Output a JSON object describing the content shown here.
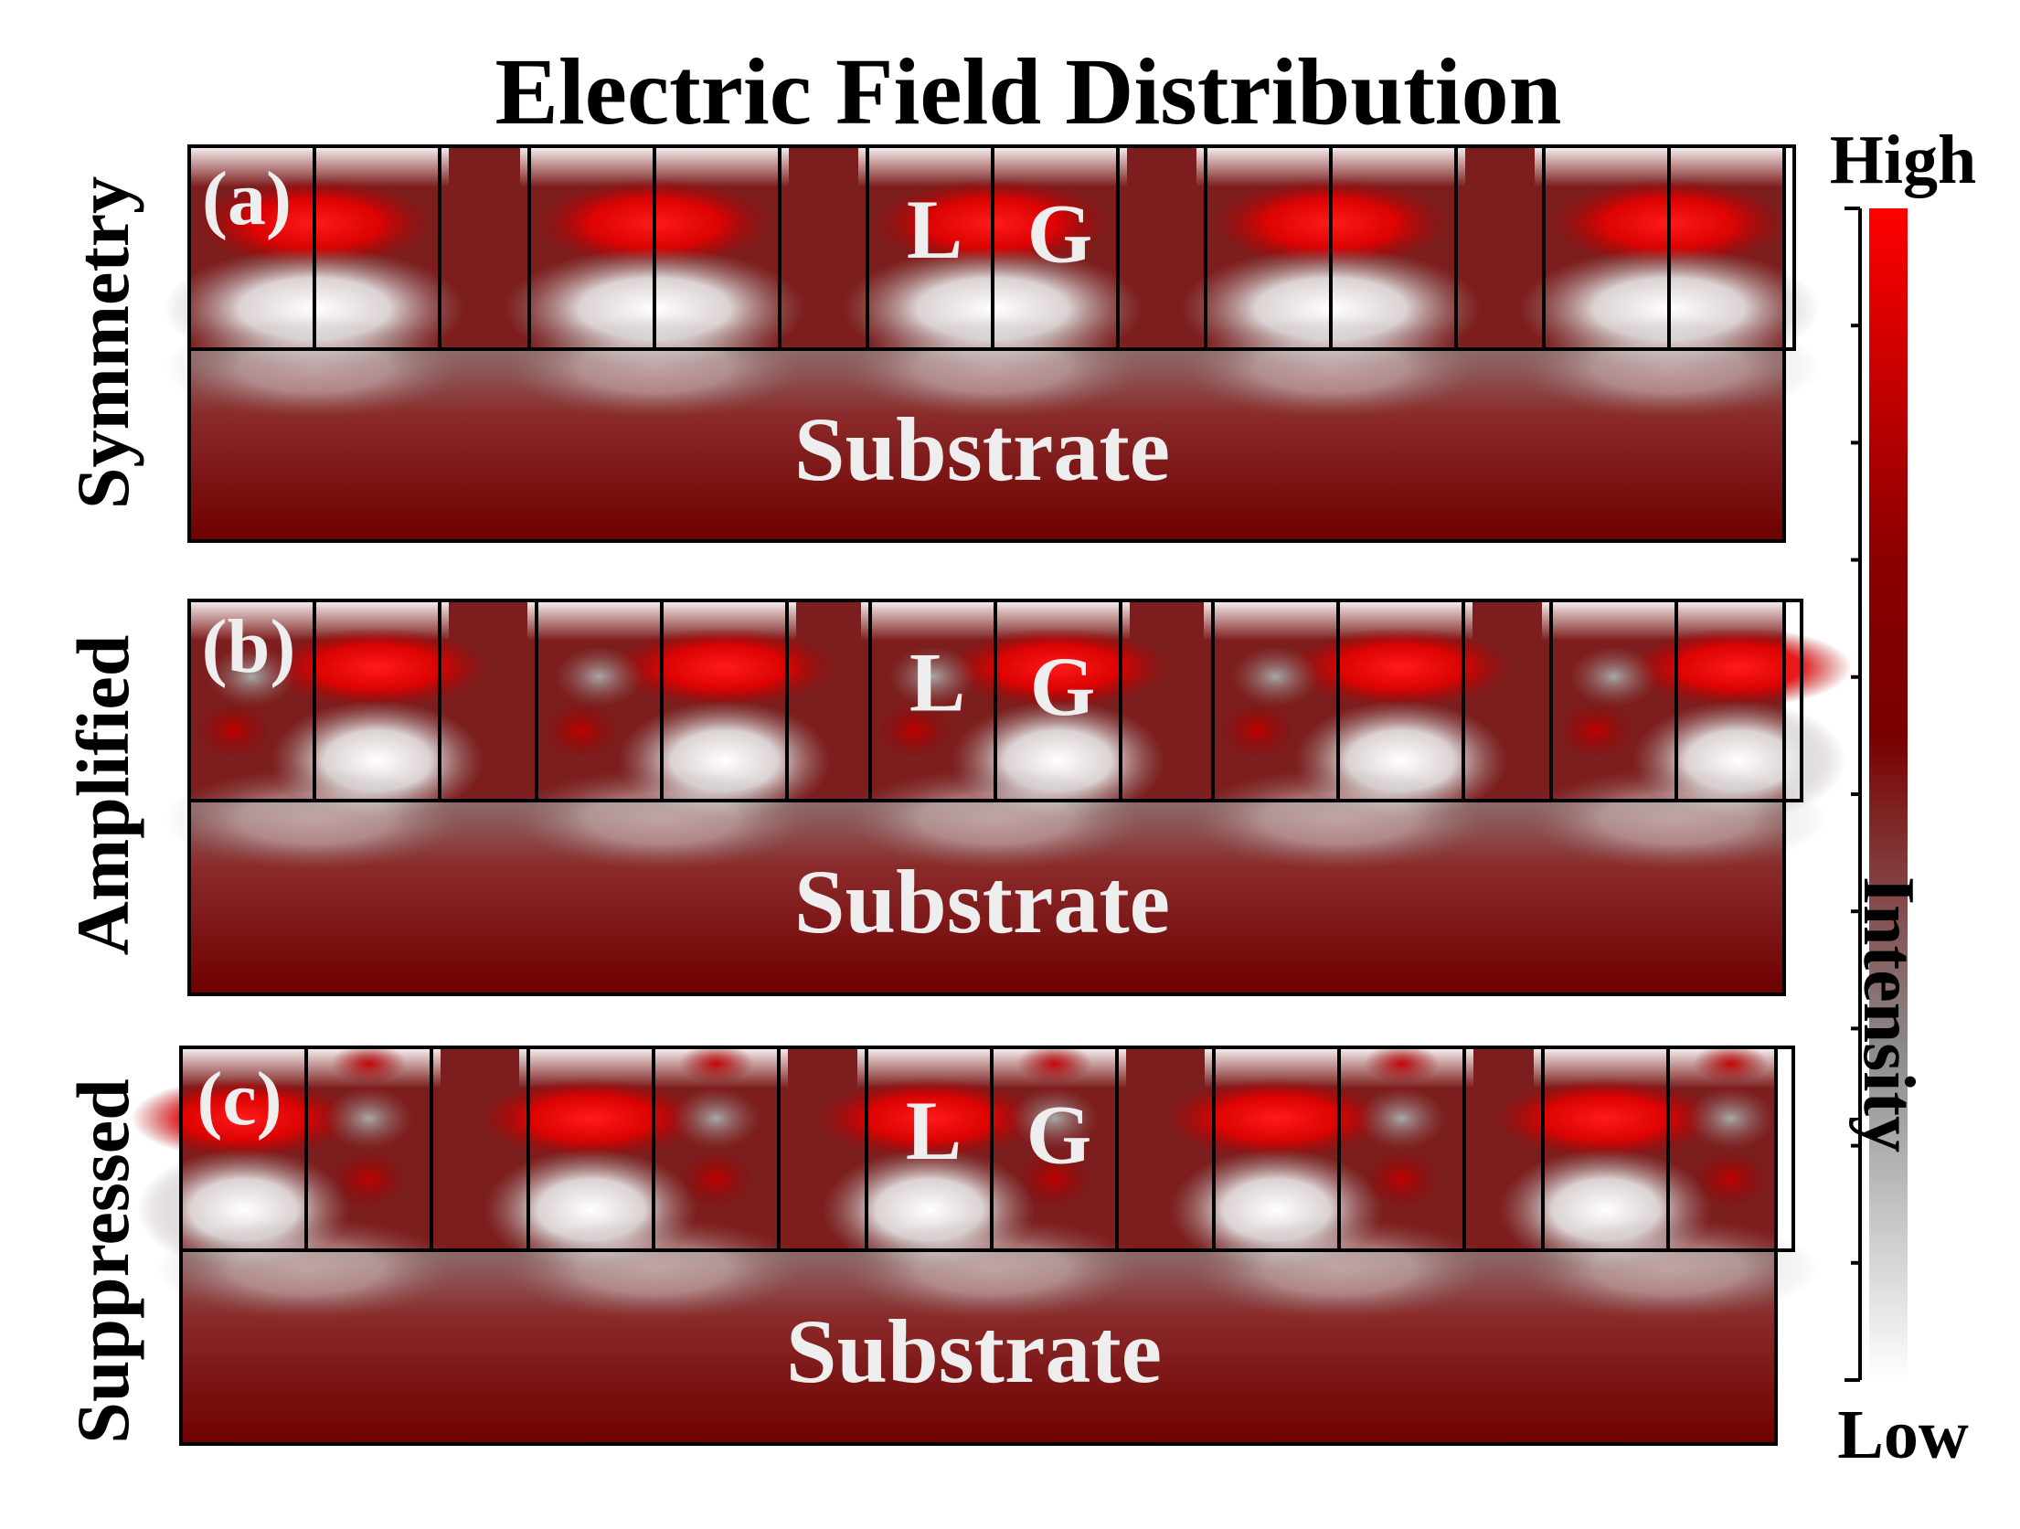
{
  "title": "Electric Field Distribution",
  "colorbar": {
    "high_label": "High",
    "low_label": "Low",
    "axis_label": "Intensity",
    "colors": [
      "#ffffff",
      "#8c8c8c",
      "#7a0000",
      "#ff0000"
    ]
  },
  "colors": {
    "background": "#7a0d0d",
    "substrate_dark": "#6e0000",
    "hot_red": "#ff1a1a",
    "white": "#ffffff",
    "cell_border": "#000000",
    "label_light": "#eeeeee"
  },
  "panels": [
    {
      "tag": "(a)",
      "row_label": "Symmetry",
      "cell_labels": [
        "L",
        "G"
      ],
      "substrate_label": "Substrate"
    },
    {
      "tag": "(b)",
      "row_label": "Amplified",
      "cell_labels": [
        "L",
        "G"
      ],
      "substrate_label": "Substrate"
    },
    {
      "tag": "(c)",
      "row_label": "Suppressed",
      "cell_labels": [
        "L",
        "G"
      ],
      "substrate_label": "Substrate"
    }
  ]
}
